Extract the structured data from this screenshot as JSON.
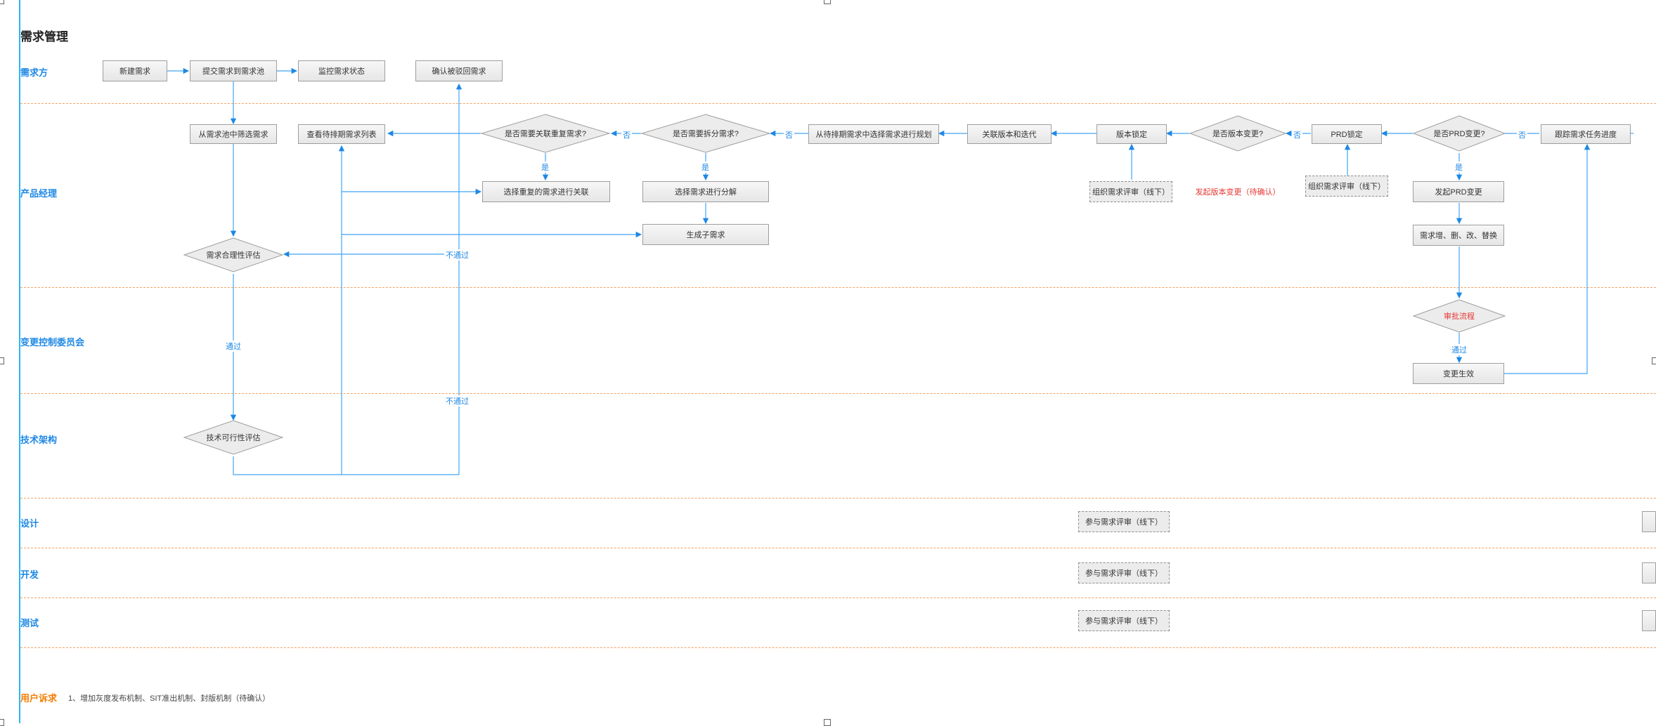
{
  "page_title": "需求管理",
  "lanes": {
    "demand_side": "需求方",
    "product_manager": "产品经理",
    "ccb": "变更控制委员会",
    "tech_arch": "技术架构",
    "design": "设计",
    "dev": "开发",
    "test": "测试",
    "user_demand": "用户诉求"
  },
  "nodes": {
    "new_req": "新建需求",
    "submit_pool": "提交需求到需求池",
    "monitor_status": "监控需求状态",
    "confirm_rejected": "确认被驳回需求",
    "filter_pool": "从需求池中筛选需求",
    "view_pending": "查看待排期需求列表",
    "q_link_dup": "是否需要关联重复需求?",
    "q_split": "是否需要拆分需求?",
    "select_plan": "从待排期需求中选择需求进行规划",
    "link_version": "关联版本和迭代",
    "version_lock": "版本锁定",
    "q_version_change": "是否版本变更?",
    "prd_lock": "PRD锁定",
    "q_prd_change": "是否PRD变更?",
    "track_progress": "跟踪需求任务进度",
    "select_dup_link": "选择重复的需求进行关联",
    "select_split": "选择需求进行分解",
    "gen_sub": "生成子需求",
    "review_offline_1": "组织需求评审（线下）",
    "launch_version_change": "发起版本变更（待确认）",
    "review_offline_2": "组织需求评审（线下）",
    "launch_prd_change": "发起PRD变更",
    "req_crud": "需求增、删、改、替换",
    "rationality": "需求合理性评估",
    "approval": "审批流程",
    "change_effective": "变更生效",
    "feasibility": "技术可行性评估",
    "design_review": "参与需求评审（线下）",
    "dev_review": "参与需求评审（线下）",
    "test_review": "参与需求评审（线下）"
  },
  "edge_labels": {
    "yes": "是",
    "no": "否",
    "pass": "通过",
    "fail": "不通过"
  },
  "note": "1、增加灰度发布机制、SIT准出机制、封版机制（待确认）"
}
